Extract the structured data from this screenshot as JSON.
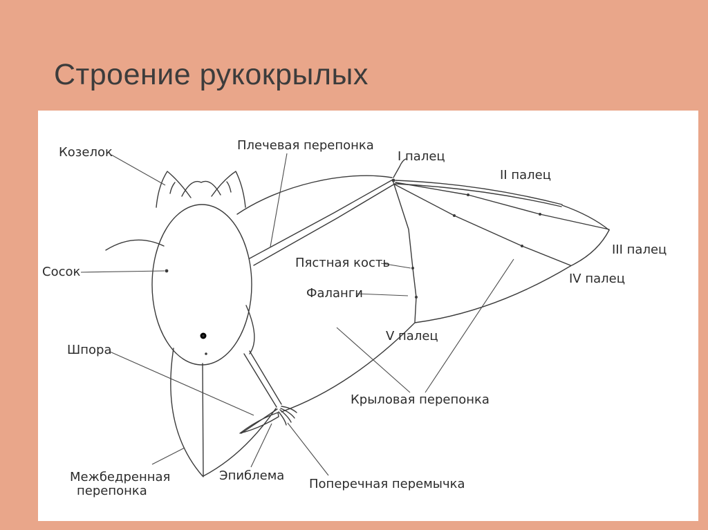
{
  "page": {
    "title": "Строение рукокрылых",
    "background": "#e9a68a",
    "panel_background": "#ffffff",
    "line_color": "#3a3a3a",
    "text_color": "#2b2b2b"
  },
  "diagram": {
    "subject": "bat-anatomy",
    "labels": [
      {
        "id": "tragus",
        "text": "Козелок"
      },
      {
        "id": "shoulder-membrane",
        "text": "Плечевая перепонка"
      },
      {
        "id": "finger-1",
        "text": "I палец"
      },
      {
        "id": "finger-2",
        "text": "II палец"
      },
      {
        "id": "finger-3",
        "text": "III палец"
      },
      {
        "id": "finger-4",
        "text": "IV палец"
      },
      {
        "id": "metacarpal-bone",
        "text": "Пястная кость"
      },
      {
        "id": "nipple",
        "text": "Сосок"
      },
      {
        "id": "phalanges",
        "text": "Фаланги"
      },
      {
        "id": "finger-5",
        "text": "V палец"
      },
      {
        "id": "spur",
        "text": "Шпора"
      },
      {
        "id": "wing-membrane",
        "text": "Крыловая перепонка"
      },
      {
        "id": "interfemoral-membrane",
        "line1": "Межбедренная",
        "line2": "перепонка"
      },
      {
        "id": "epiblema",
        "text": "Эпиблема"
      },
      {
        "id": "transverse-bridge",
        "text": "Поперечная перемычка"
      }
    ]
  }
}
